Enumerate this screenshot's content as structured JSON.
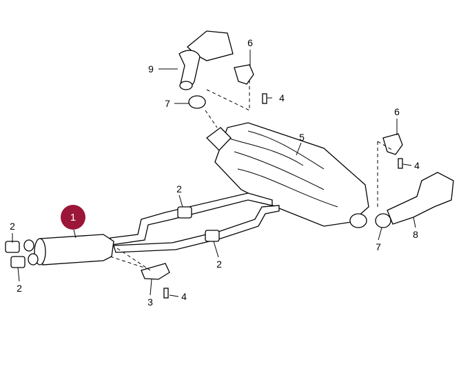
{
  "diagram": {
    "highlight_color": "#9b1639",
    "selected_part": "1",
    "callouts": {
      "tip_left_top": "9",
      "bracket_top": "6",
      "screw_top": "4",
      "clamp_top": "7",
      "rear_muffler": "5",
      "bracket_right": "6",
      "screw_right": "4",
      "clamp_mid_upper": "2",
      "clamp_left_upper": "2",
      "clamp_left_lower": "2",
      "clamp_mid_lower": "2",
      "clamp_right": "7",
      "tip_right": "8",
      "hanger": "3",
      "screw_hanger": "4"
    }
  }
}
